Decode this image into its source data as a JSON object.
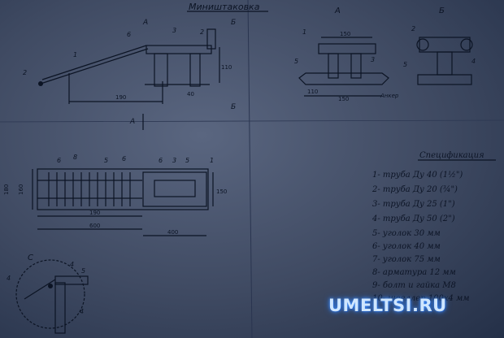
{
  "title": "Миништаковка",
  "views": {
    "a": "А",
    "b": "Б",
    "c": "С"
  },
  "dims": {
    "d190": "190",
    "d150": "150",
    "d110": "110",
    "d160": "160",
    "d180": "180",
    "d190b": "190",
    "d600": "600",
    "d400": "400",
    "d40": "40",
    "d150b": "150",
    "d110b": "110"
  },
  "annotation_anchor": "Анкер",
  "spec": {
    "title": "Спецификация",
    "items": [
      "1- труба Ду 40 (1½\")",
      "2- труба Ду 20 (¾\")",
      "3- труба Ду 25 (1\")",
      "4- труба Ду 50 (2\")",
      "5- уголок 30 мм",
      "6- уголок 40 мм",
      "7- уголок 75 мм",
      "8- арматура 12 мм",
      "9- болт и гайка М8",
      "10- швеллер 100х4 мм"
    ]
  },
  "watermark": "UMELTSI.RU"
}
